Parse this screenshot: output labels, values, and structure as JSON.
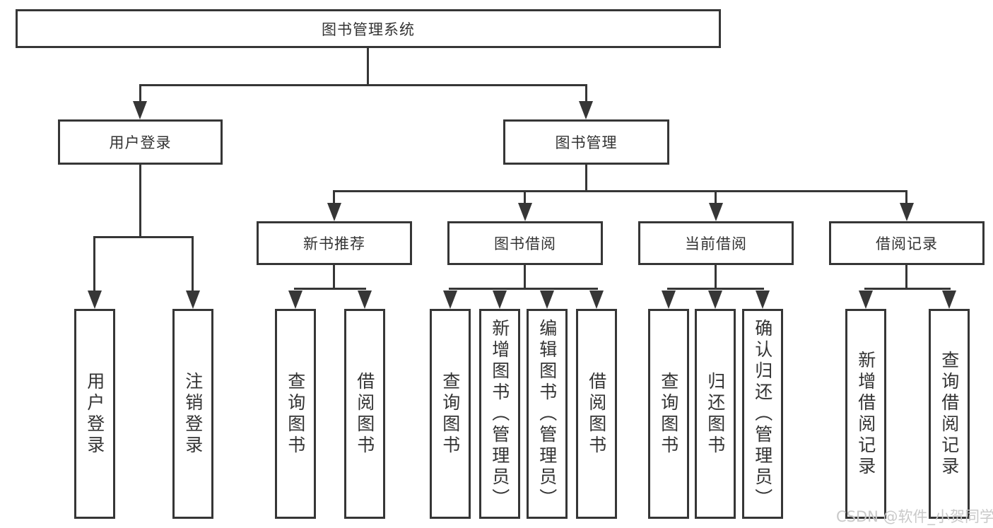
{
  "diagram": {
    "root": {
      "label": "图书管理系统",
      "children": [
        {
          "label": "用户登录",
          "children": [
            {
              "label": "用户登录"
            },
            {
              "label": "注销登录"
            }
          ]
        },
        {
          "label": "图书管理",
          "children": [
            {
              "label": "新书推荐",
              "children": [
                {
                  "label": "查询图书"
                },
                {
                  "label": "借阅图书"
                }
              ]
            },
            {
              "label": "图书借阅",
              "children": [
                {
                  "label": "查询图书"
                },
                {
                  "label": "新增图书（管理员）"
                },
                {
                  "label": "编辑图书（管理员）"
                },
                {
                  "label": "借阅图书"
                }
              ]
            },
            {
              "label": "当前借阅",
              "children": [
                {
                  "label": "查询图书"
                },
                {
                  "label": "归还图书"
                },
                {
                  "label": "确认归还（管理员）"
                }
              ]
            },
            {
              "label": "借阅记录",
              "children": [
                {
                  "label": "新增借阅记录"
                },
                {
                  "label": "查询借阅记录"
                }
              ]
            }
          ]
        }
      ]
    }
  },
  "watermark": {
    "text": "CSDN @软件_小贺同学"
  },
  "colors": {
    "line": "#363636",
    "text": "#333333",
    "watermark": "#c9c9c9",
    "background": "#ffffff"
  }
}
